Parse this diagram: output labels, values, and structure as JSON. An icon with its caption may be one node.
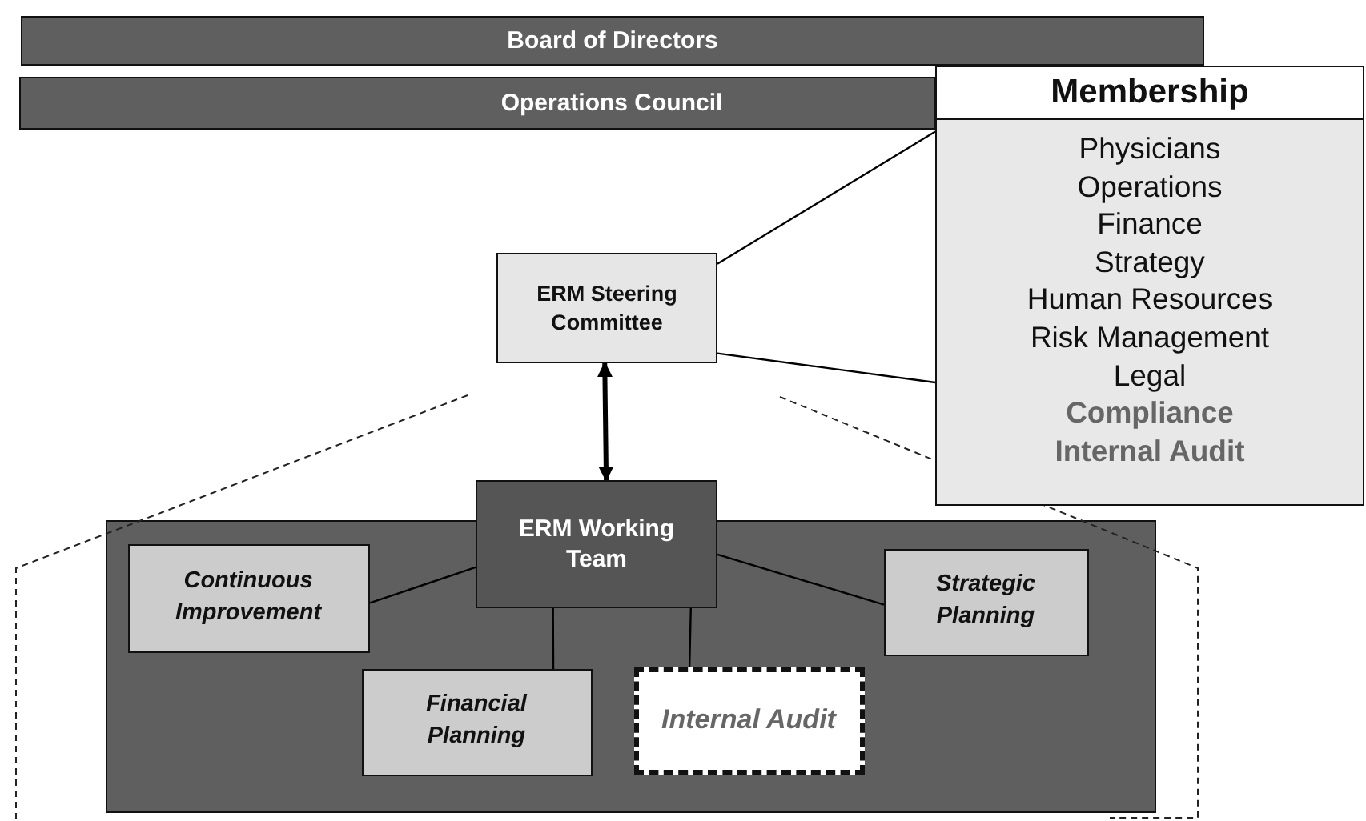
{
  "diagram": {
    "nodes": [
      {
        "text": [
          "Board of Directors"
        ]
      },
      {
        "text": [
          "Operations Council"
        ]
      },
      {
        "text": [
          "Membership",
          "Physicians",
          "Operations",
          "Finance",
          "Strategy",
          "Human Resources",
          "Risk Management",
          "Legal",
          "Compliance",
          "Internal Audit"
        ]
      },
      {
        "text": [
          "ERM Steering Committee"
        ]
      },
      {
        "text": [],
        "shape": "box"
      },
      {
        "text": [
          "ERM Working Team"
        ]
      },
      {
        "text": [
          "Continuous Improvement"
        ],
        "in": 4
      },
      {
        "text": [
          "Strategic Planning"
        ],
        "in": 4
      },
      {
        "text": [
          "Financial Planning"
        ],
        "in": 4
      },
      {
        "text": [
          "Internal Audit"
        ],
        "in": 4
      }
    ],
    "edges": [
      {
        "from": 3,
        "to": 2,
        "arrow": "none"
      },
      {
        "from": 3,
        "to": 2,
        "arrow": "none"
      },
      {
        "from": 3,
        "to": 5,
        "arrow": "both",
        "style": "thick"
      },
      {
        "from": 5,
        "to": 6,
        "arrow": "none"
      },
      {
        "from": 5,
        "to": 7,
        "arrow": "none"
      },
      {
        "from": 5,
        "to": 8,
        "arrow": "none"
      },
      {
        "from": 5,
        "to": 9,
        "arrow": "none"
      }
    ]
  }
}
